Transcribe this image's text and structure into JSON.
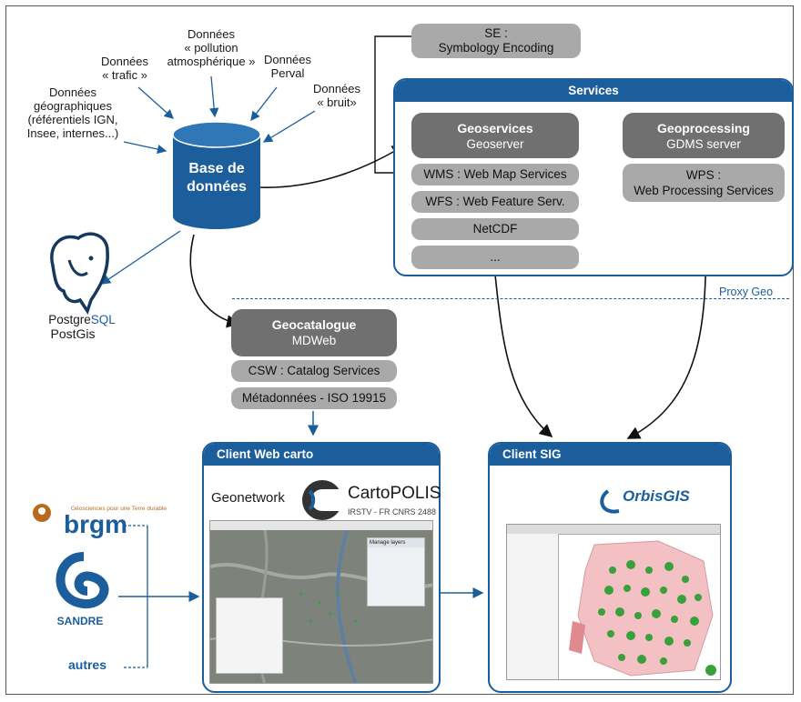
{
  "sources": {
    "trafic": "Données\n« trafic »",
    "pollution": "Données\n« pollution\natmosphérique »",
    "perval": "Données\nPerval",
    "bruit": "Données\n« bruit»",
    "geo": "Données\ngéographiques\n(référentiels IGN,\nInsee, internes...)"
  },
  "database": "Base de\ndonnées",
  "postgres": {
    "logo_part1": "Postgre",
    "logo_part2": "SQL",
    "name": "PostGis"
  },
  "se": "SE :\nSymbology Encoding",
  "services": {
    "title": "Services",
    "geoservices_title": "Geoservices",
    "geoservices_sub": "Geoserver",
    "wms": "WMS : Web Map Services",
    "wfs": "WFS : Web Feature Serv.",
    "netcdf": "NetCDF",
    "more": "...",
    "geoprocessing_title": "Geoprocessing",
    "geoprocessing_sub": "GDMS server",
    "wps": "WPS :\nWeb Processing Services"
  },
  "proxy": "Proxy Geo",
  "catalogue": {
    "title": "Geocatalogue",
    "sub": "MDWeb",
    "csw": "CSW : Catalog Services",
    "meta": "Métadonnées - ISO 19915"
  },
  "client_web": {
    "title": "Client Web carto",
    "geonetwork": "Geonetwork",
    "cartopolis": "CartoPOLIS",
    "cartopolis_sub": "IRSTV - FR CNRS 2488",
    "manage_layers": "Manage layers"
  },
  "client_sig": {
    "title": "Client SIG",
    "orbis1": "Orbis",
    "orbis2": "GIS"
  },
  "partners": {
    "brgm_tagline": "Géosciences pour une Terre durable",
    "brgm": "brgm",
    "sandre": "SANDRE",
    "autres": "autres"
  },
  "colors": {
    "accent": "#1b5e9b",
    "pill": "#a9a9a9",
    "dark_pill": "#707070"
  }
}
